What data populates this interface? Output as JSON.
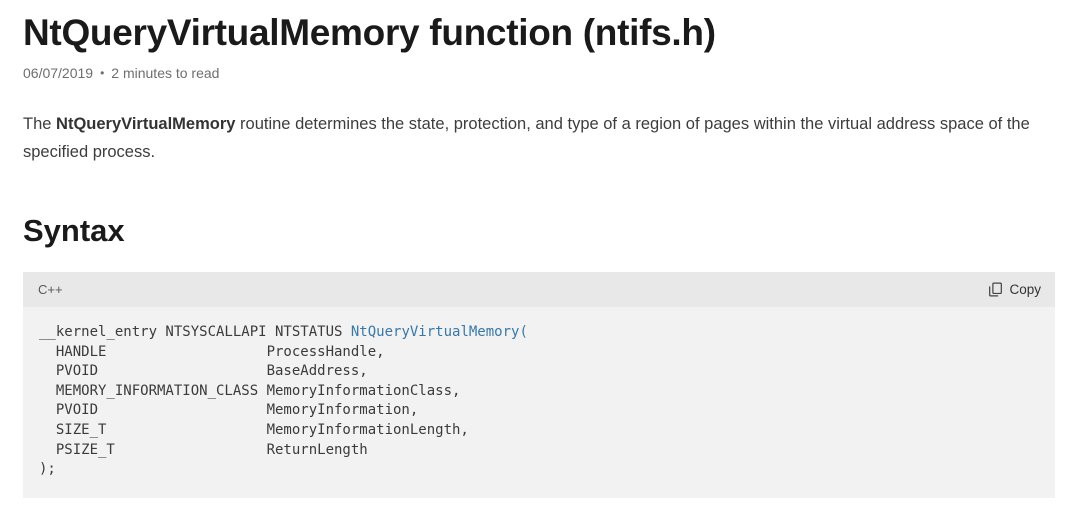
{
  "page": {
    "title": "NtQueryVirtualMemory function (ntifs.h)",
    "date": "06/07/2019",
    "separator": "•",
    "read_time": "2 minutes to read",
    "intro": {
      "prefix": "The ",
      "bold": "NtQueryVirtualMemory",
      "suffix": " routine determines the state, protection, and type of a region of pages within the virtual address space of the specified process."
    },
    "syntax_heading": "Syntax"
  },
  "code_block": {
    "language_label": "C++",
    "copy_label": "Copy",
    "copy_icon": "copy-pages-icon",
    "line1_prefix": "__kernel_entry NTSYSCALLAPI NTSTATUS ",
    "line1_function": "NtQueryVirtualMemory(",
    "lines": [
      "  HANDLE                   ProcessHandle,",
      "  PVOID                    BaseAddress,",
      "  MEMORY_INFORMATION_CLASS MemoryInformationClass,",
      "  PVOID                    MemoryInformation,",
      "  SIZE_T                   MemoryInformationLength,",
      "  PSIZE_T                  ReturnLength",
      ");"
    ]
  },
  "colors": {
    "heading_text": "#1a1a1a",
    "body_text": "#3d3d3d",
    "meta_text": "#6e6e6e",
    "code_header_bg": "#e8e8e8",
    "code_body_bg": "#f2f2f2",
    "code_text": "#3b3b3b",
    "function_name_blue": "#3878a8"
  }
}
